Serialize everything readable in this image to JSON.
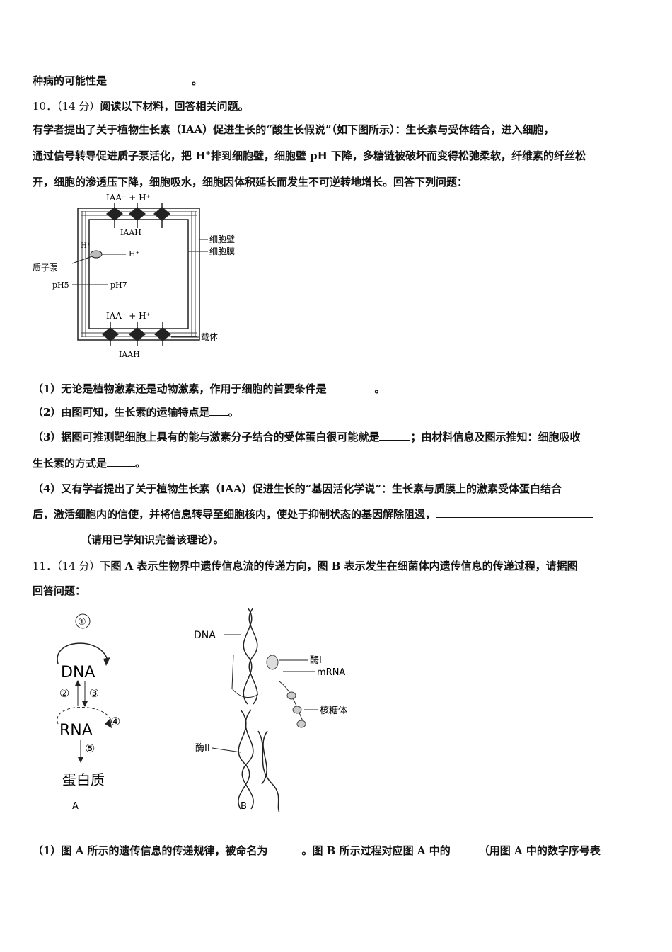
{
  "q9_tail": {
    "text": "种病的可能性是",
    "end": "。"
  },
  "q10": {
    "number": "10．",
    "score": "（14 分）",
    "prompt": "阅读以下材料，回答相关问题。",
    "para1": "有学者提出了关于植物生长素（IAA）促进生长的“酸生长假说”（如下图所示）：生长素与受体结合，进入细胞，",
    "para2a": "通过信号转导促进质子泵活化，把 H",
    "para2sup": "+",
    "para2b": "排到细胞壁，细胞壁 pH 下降，多糖链被破坏而变得松弛柔软，纤维素的纤丝松",
    "para3": "开，细胞的渗透压下降，细胞吸水，细胞因体积延长而发生不可逆转地增长。回答下列问题：",
    "figure": {
      "top_label": "IAA⁻ + H⁺",
      "top_inner": "IAAH",
      "bottom_label": "IAA⁻ + H⁺",
      "bottom_inner": "IAAH",
      "h_plus_left": "H⁺",
      "h_plus_right": "H⁺",
      "proton_pump": "质子泵",
      "ph_outside": "pH5",
      "ph_inside": "pH7",
      "cell_wall": "细胞壁",
      "cell_membrane": "细胞膜",
      "carrier": "载体"
    },
    "sub1": {
      "text": "（1）无论是植物激素还是动物激素，作用于细胞的首要条件是",
      "end": "。"
    },
    "sub2": {
      "text": "（2）由图可知，生长素的运输特点是",
      "end": "。"
    },
    "sub3a": {
      "text": "（3）据图可推测靶细胞上具有的能与激素分子结合的受体蛋白很可能就是",
      "mid": "；由材料信息及图示推知：细胞吸收"
    },
    "sub3b": {
      "text": "生长素的方式是",
      "end": "。"
    },
    "sub4a": "（4）又有学者提出了关于植物生长素（IAA）促进生长的“基因活化学说”：生长素与质膜上的激素受体蛋白结合",
    "sub4b": "后，激活细胞内的信使，并将信息转导至细胞核内，使处于抑制状态的基因解除阻遏，",
    "sub4c": "（请用已学知识完善该理论）。"
  },
  "q11": {
    "number": "11．",
    "score": "（14 分）",
    "prompt": "下图 A 表示生物界中遗传信息流的传递方向，图 B 表示发生在细菌体内遗传信息的传递过程，请据图",
    "prompt2": "回答问题：",
    "figA": {
      "dna": "DNA",
      "rna": "RNA",
      "protein": "蛋白质",
      "n1": "①",
      "n2": "②",
      "n3": "③",
      "n4": "④",
      "n5": "⑤",
      "caption": "A"
    },
    "figB": {
      "dna": "DNA",
      "enzyme1": "酶I",
      "mrna": "mRNA",
      "ribosome": "核糖体",
      "enzyme2": "酶II",
      "caption": "B"
    },
    "sub1": {
      "text": "（1）图 A 所示的遗传信息的传递规律，被命名为",
      "mid": "。图 B 所示过程对应图 A 中的",
      "end": "（用图 A 中的数字序号表"
    }
  }
}
